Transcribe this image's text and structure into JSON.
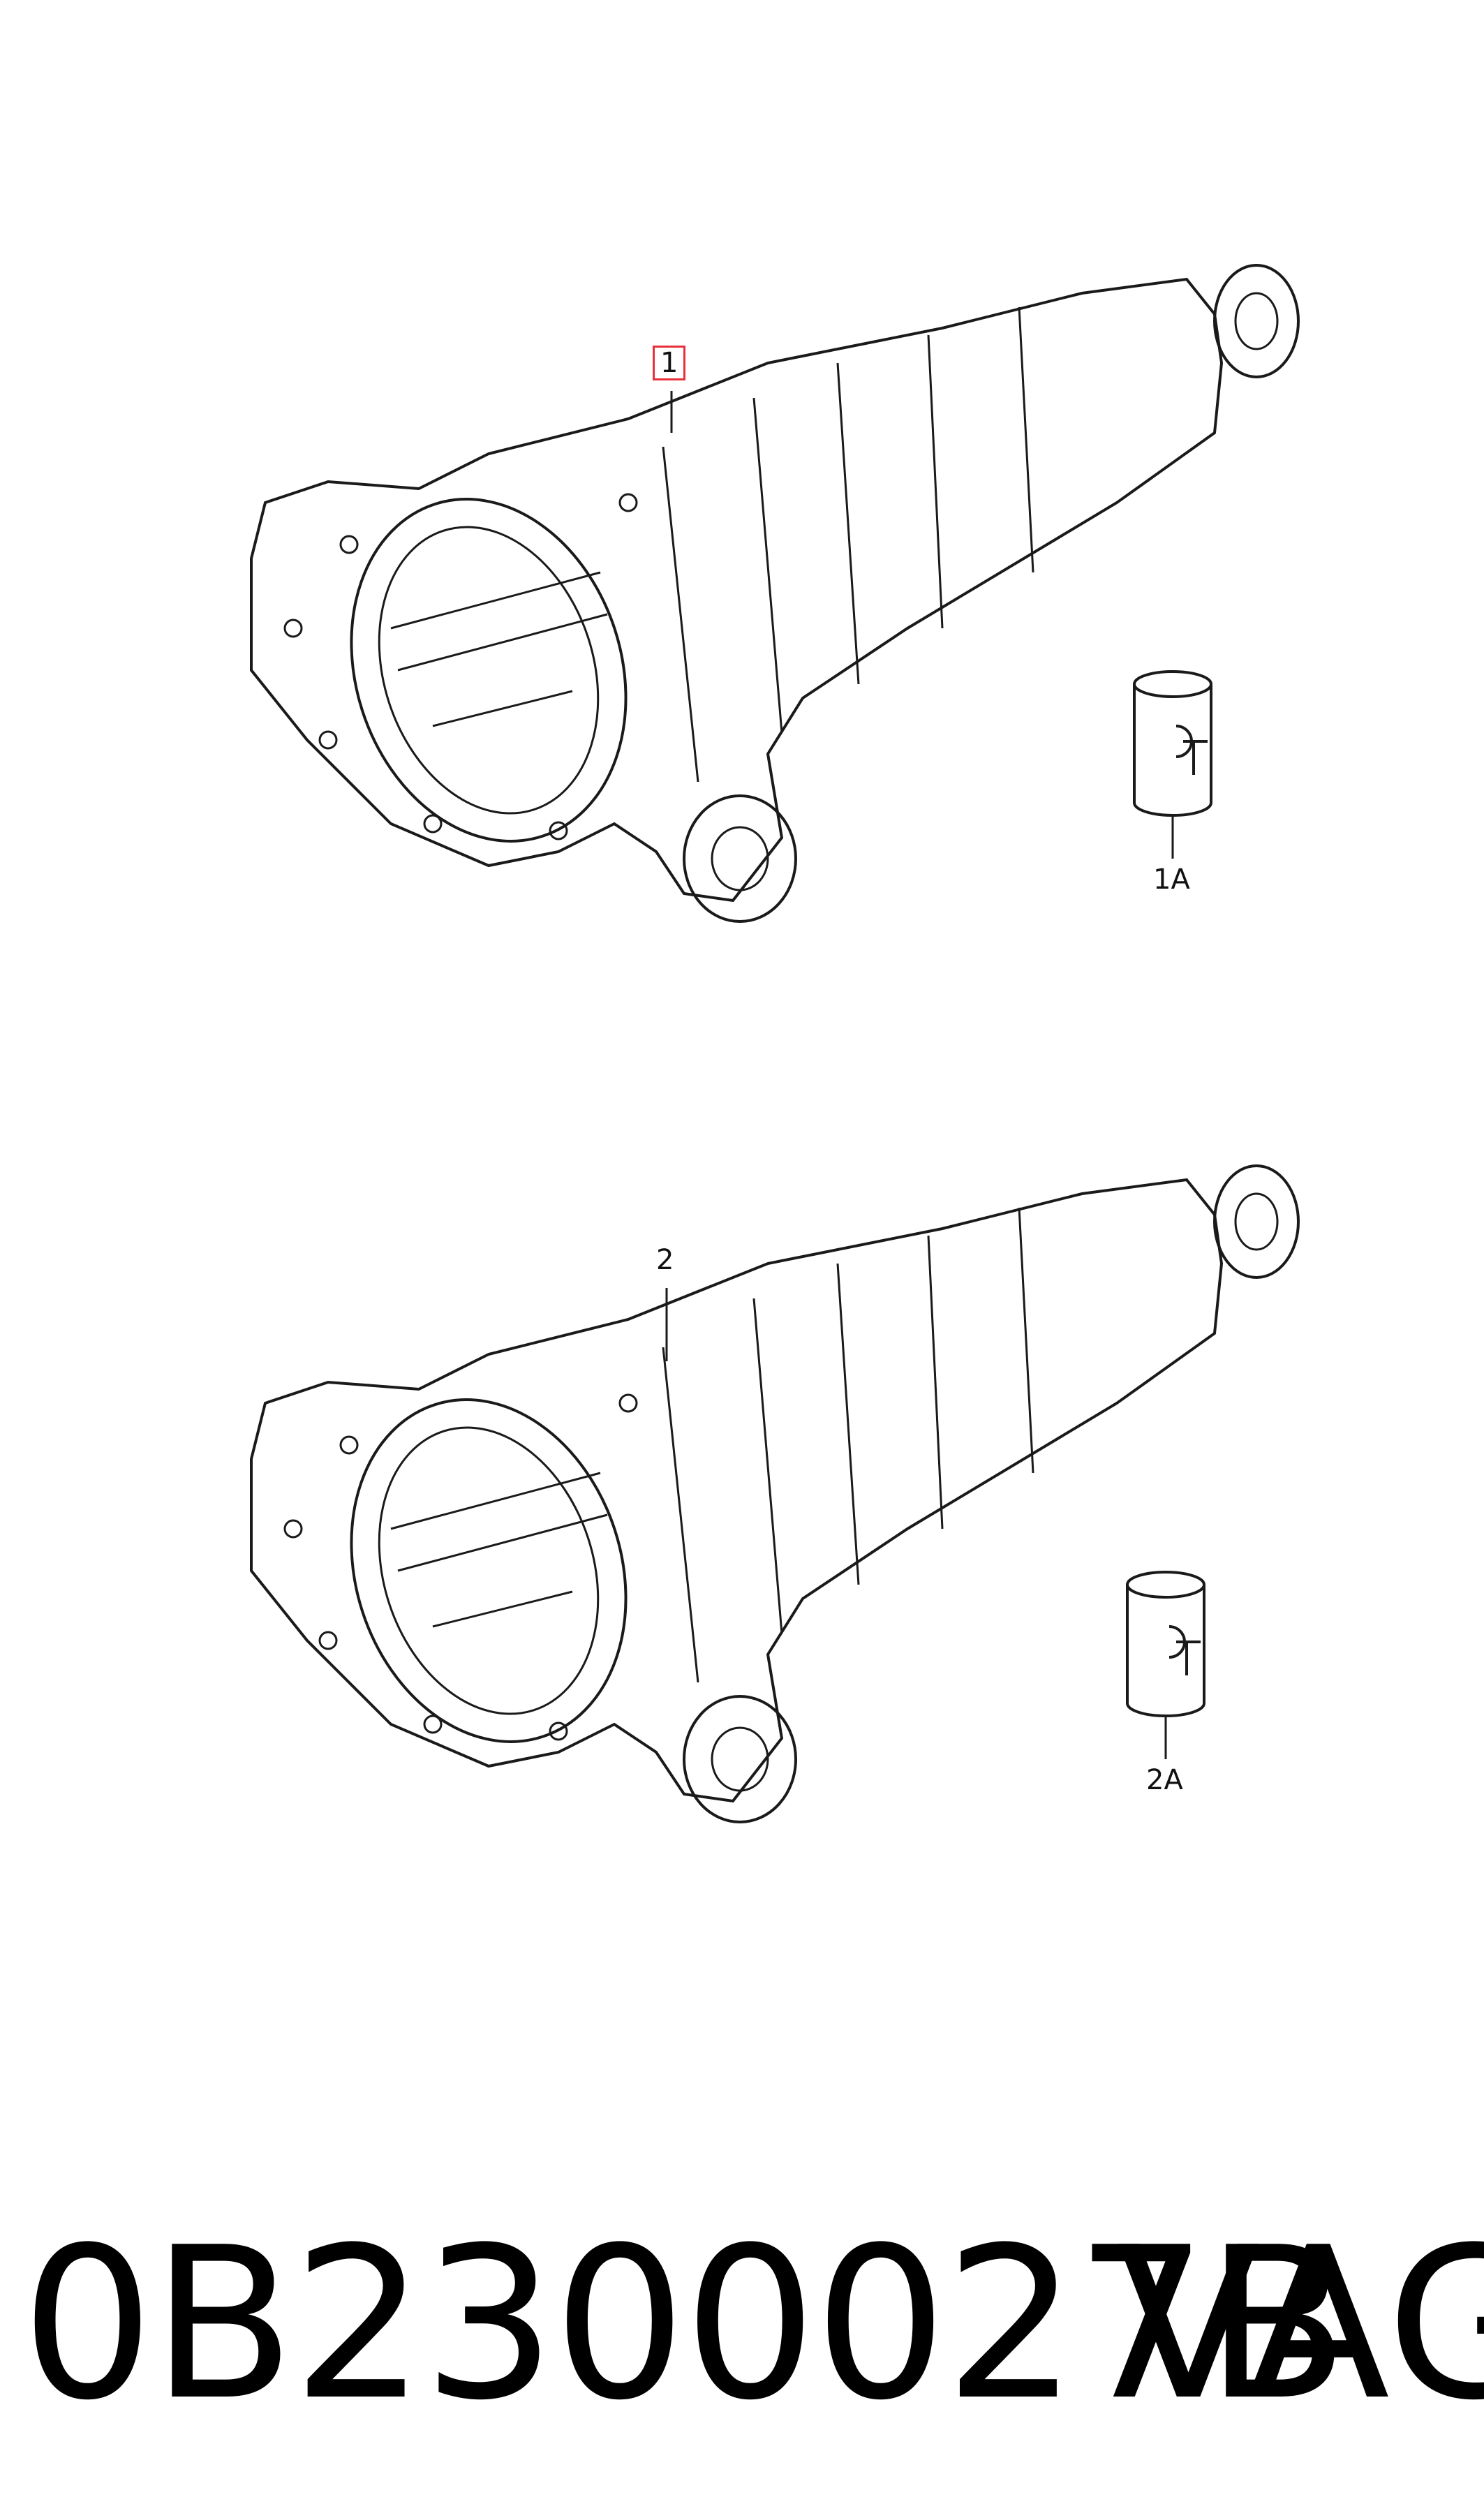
{
  "callouts": {
    "gearbox_top": "1",
    "oil_top": "1A",
    "gearbox_bottom": "2",
    "oil_bottom": "2A"
  },
  "footer": {
    "part_number": "0B2300027B",
    "brand": "VAG"
  },
  "colors": {
    "line": "#1a1a1a",
    "highlight": "#e8303c",
    "background": "#ffffff"
  }
}
